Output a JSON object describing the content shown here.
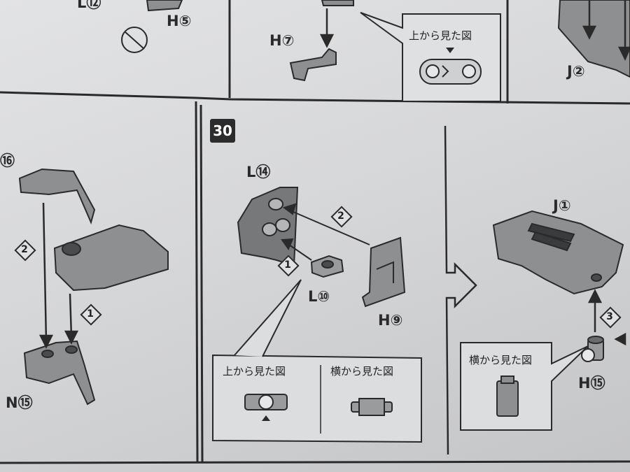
{
  "step_number": "30",
  "labels": {
    "l12_partial": "L⑫",
    "h5": "H⑤",
    "h7": "H⑦",
    "j2": "J②",
    "num16": "⑯",
    "n15": "N⑮",
    "l14": "L⑭",
    "l10": "L⑩",
    "h9": "H⑨",
    "j1": "J①",
    "h15": "H⑮"
  },
  "order_marks": {
    "left_2": "2",
    "left_1": "1",
    "center_2": "2",
    "center_1": "1",
    "right_3": "3"
  },
  "callouts": {
    "top_view_top": "上から見た図",
    "top_view_center": "上から見た図",
    "side_view_center": "横から見た図",
    "side_view_right": "横から見た図"
  },
  "colors": {
    "part_fill": "#8e8f91",
    "part_dark": "#5a5b5d",
    "ink": "#2a2a2a"
  }
}
